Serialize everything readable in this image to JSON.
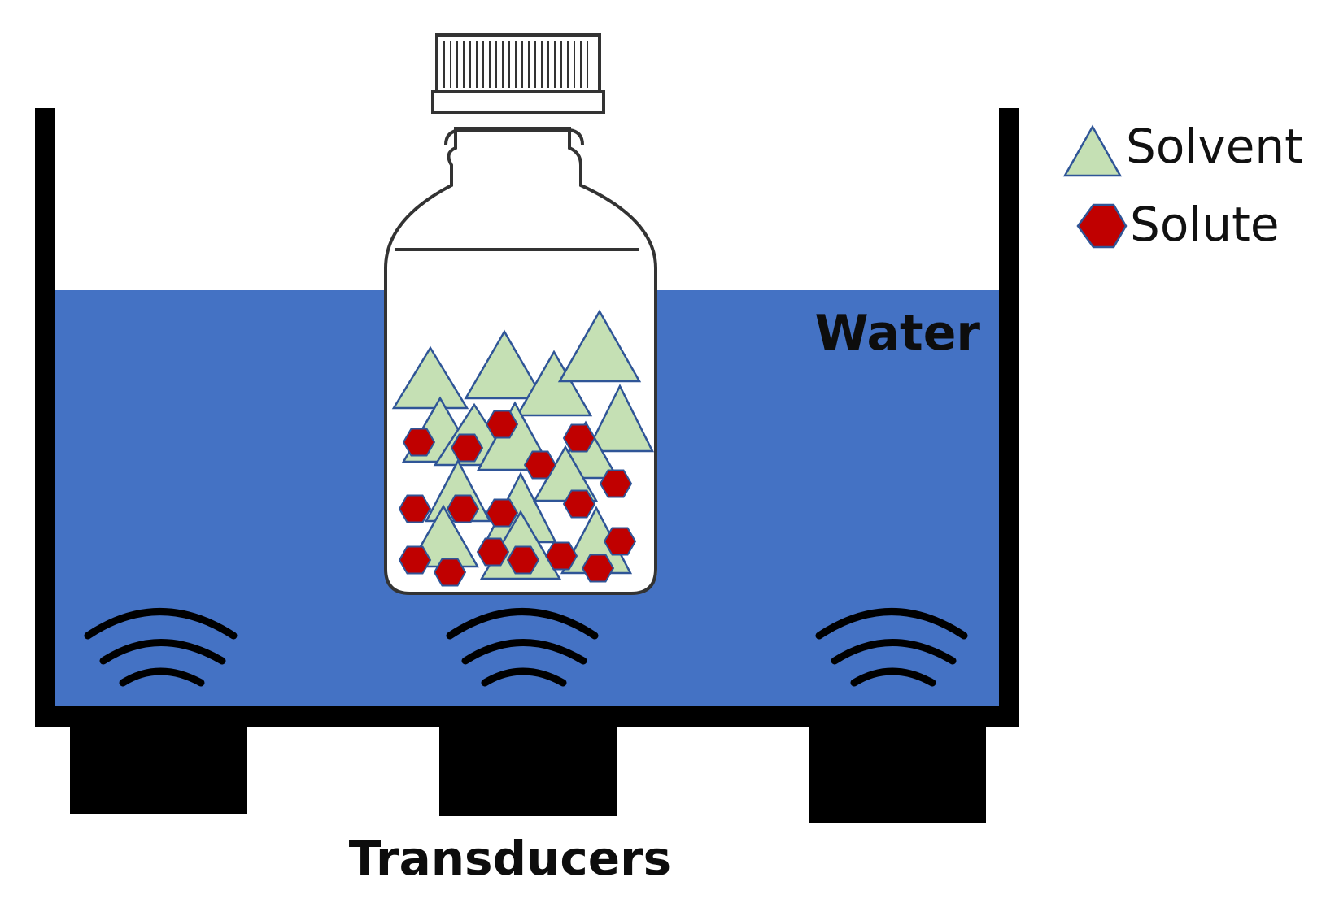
{
  "diagram": {
    "water_label": "Water",
    "transducers_label": "Transducers",
    "legend": [
      {
        "shape": "triangle",
        "label": "Solvent"
      },
      {
        "shape": "hexagon",
        "label": "Solute"
      }
    ],
    "colors": {
      "water": "#4472c4",
      "solvent_fill": "#c5e0b4",
      "solvent_stroke": "#2f5597",
      "solute_fill": "#c00000",
      "solute_stroke": "#2f5597",
      "tank": "#000000",
      "bottle_outline": "#333333",
      "wave": "#000000"
    },
    "transducer_count": 3
  }
}
